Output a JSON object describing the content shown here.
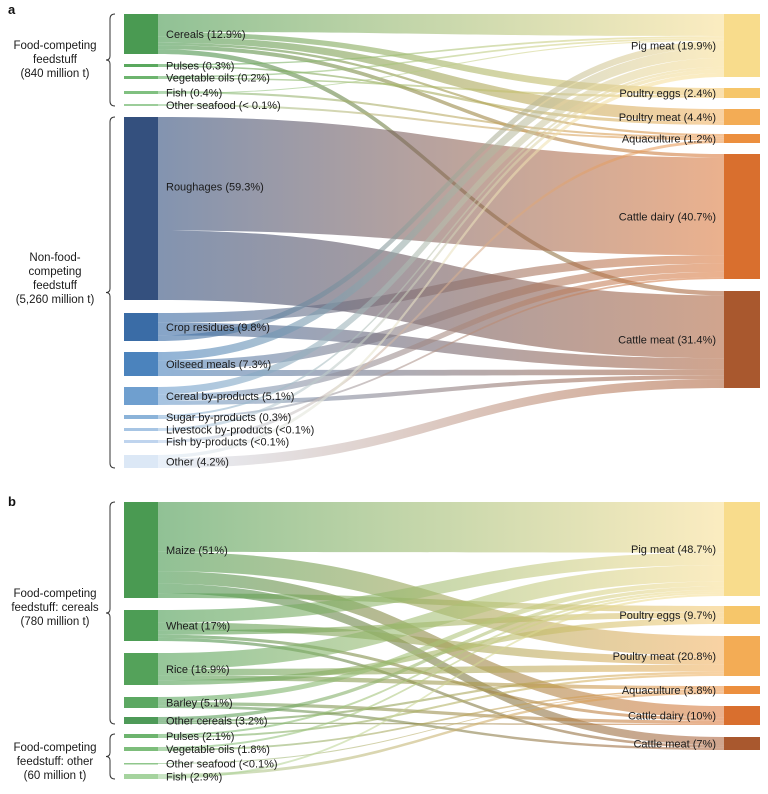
{
  "panel_a": {
    "label": "a",
    "groups": [
      {
        "lines": [
          "Food-competing",
          "feedstuff",
          "(840 million t)"
        ]
      },
      {
        "lines": [
          "Non-food-",
          "competing",
          "feedstuff",
          "(5,260 million t)"
        ]
      }
    ],
    "sources": [
      {
        "label": "Cereals (12.9%)",
        "color": "#4a9a52"
      },
      {
        "label": "Pulses (0.3%)",
        "color": "#5aa85e"
      },
      {
        "label": "Vegetable oils (0.2%)",
        "color": "#6db46e"
      },
      {
        "label": "Fish (0.4%)",
        "color": "#80c080"
      },
      {
        "label": "Other seafood (< 0.1%)",
        "color": "#9ccd9a"
      },
      {
        "label": "Roughages (59.3%)",
        "color": "#34507e"
      },
      {
        "label": "Crop residues (9.8%)",
        "color": "#3a6ca6"
      },
      {
        "label": "Oilseed meals (7.3%)",
        "color": "#4b83bd"
      },
      {
        "label": "Cereal by-products (5.1%)",
        "color": "#6f9fcf"
      },
      {
        "label": "Sugar by-products (0.3%)",
        "color": "#8bb3d9"
      },
      {
        "label": "Livestock by-products (<0.1%)",
        "color": "#a7c5e4"
      },
      {
        "label": "Fish by-products (<0.1%)",
        "color": "#bfd4ee"
      },
      {
        "label": "Other (4.2%)",
        "color": "#dce8f6"
      }
    ],
    "targets": [
      {
        "label": "Pig meat (19.9%)",
        "color": "#f8dc8c"
      },
      {
        "label": "Poultry eggs (2.4%)",
        "color": "#f6c66a"
      },
      {
        "label": "Poultry meat (4.4%)",
        "color": "#f3ac55"
      },
      {
        "label": "Aquaculture (1.2%)",
        "color": "#ec8f3e"
      },
      {
        "label": "Cattle dairy (40.7%)",
        "color": "#d96f2e"
      },
      {
        "label": "Cattle meat (31.4%)",
        "color": "#a9582e"
      }
    ]
  },
  "panel_b": {
    "label": "b",
    "groups": [
      {
        "lines": [
          "Food-competing",
          "feedstuff: cereals",
          "(780 million t)"
        ]
      },
      {
        "lines": [
          "Food-competing",
          "feedstuff: other",
          "(60 million t)"
        ]
      }
    ],
    "sources": [
      {
        "label": "Maize (51%)",
        "color": "#4a9a52"
      },
      {
        "label": "Wheat (17%)",
        "color": "#4d9d55"
      },
      {
        "label": "Rice (16.9%)",
        "color": "#54a25a"
      },
      {
        "label": "Barley (5.1%)",
        "color": "#5ca862"
      },
      {
        "label": "Other cereals (3.2%)",
        "color": "#4e9a58"
      },
      {
        "label": "Pulses (2.1%)",
        "color": "#6db46e"
      },
      {
        "label": "Vegetable oils (1.8%)",
        "color": "#7dbd7b"
      },
      {
        "label": "Other seafood (<0.1%)",
        "color": "#90c78c"
      },
      {
        "label": "Fish (2.9%)",
        "color": "#a5d39e"
      }
    ],
    "targets": [
      {
        "label": "Pig meat (48.7%)",
        "color": "#f8dc8c"
      },
      {
        "label": "Poultry eggs (9.7%)",
        "color": "#f6c66a"
      },
      {
        "label": "Poultry meat (20.8%)",
        "color": "#f3ac55"
      },
      {
        "label": "Aquaculture (3.8%)",
        "color": "#ec8f3e"
      },
      {
        "label": "Cattle dairy (10%)",
        "color": "#d96f2e"
      },
      {
        "label": "Cattle meat (7%)",
        "color": "#a9582e"
      }
    ]
  }
}
